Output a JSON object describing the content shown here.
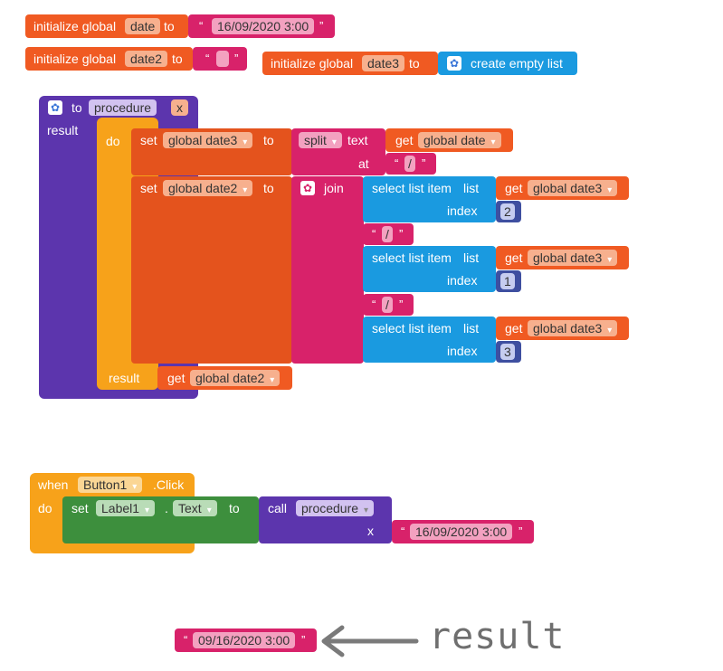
{
  "init_date": {
    "label": "initialize global",
    "var": "date",
    "to": "to",
    "value": "16/09/2020 3:00"
  },
  "init_date2": {
    "label": "initialize global",
    "var": "date2",
    "to": "to",
    "value": ""
  },
  "init_date3": {
    "label": "initialize global",
    "var": "date3",
    "to": "to",
    "value_label": "create empty list"
  },
  "procedure": {
    "to": "to",
    "name": "procedure",
    "param": "x",
    "result": "result",
    "do": "do",
    "set1": {
      "set": "set",
      "var": "global date3",
      "to": "to",
      "split": "split",
      "text": "text",
      "get": "get",
      "get_var": "global date",
      "at": "at",
      "at_value": "/"
    },
    "set2": {
      "set": "set",
      "var": "global date2",
      "to": "to",
      "join": "join",
      "items": [
        {
          "label": "select list item",
          "list": "list",
          "index_label": "index",
          "get": "get",
          "get_var": "global date3",
          "index": "2"
        },
        {
          "sep": "/"
        },
        {
          "label": "select list item",
          "list": "list",
          "index_label": "index",
          "get": "get",
          "get_var": "global date3",
          "index": "1"
        },
        {
          "sep": "/"
        },
        {
          "label": "select list item",
          "list": "list",
          "index_label": "index",
          "get": "get",
          "get_var": "global date3",
          "index": "3"
        }
      ]
    },
    "result_label": "result",
    "result_get": "get",
    "result_var": "global date2"
  },
  "event": {
    "when": "when",
    "component": "Button1",
    "event": ".Click",
    "do": "do",
    "set": "set",
    "target": "Label1",
    "dot": ".",
    "prop": "Text",
    "to": "to",
    "call": "call",
    "proc": "procedure",
    "x": "x",
    "arg": "16/09/2020 3:00"
  },
  "output": {
    "value": "09/16/2020 3:00",
    "annotation": "result"
  },
  "icons": {
    "mutator": "gear-icon",
    "arrow": "left-arrow"
  },
  "colors": {
    "variables": "#f05a22",
    "text": "#d8226a",
    "lists": "#1a9ae0",
    "procedures": "#5c35ad",
    "control": "#f7a21a",
    "components": "#3d8f3d",
    "math": "#3e4fa0"
  }
}
